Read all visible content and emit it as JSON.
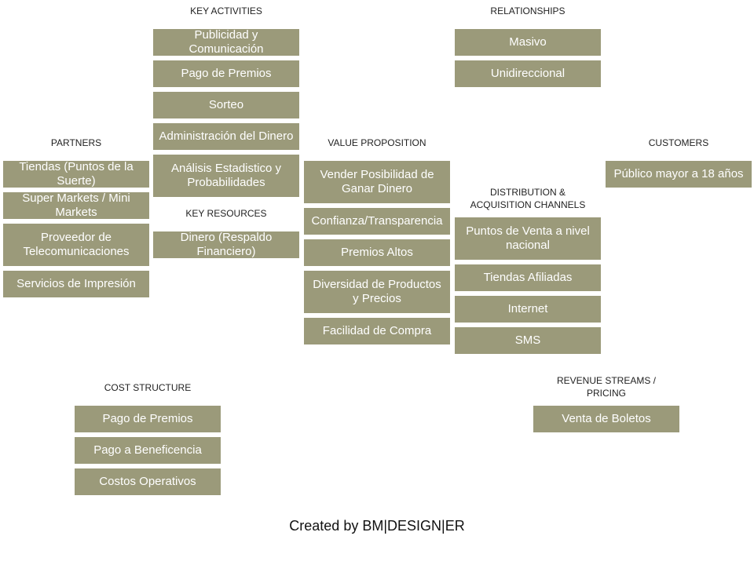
{
  "sections": {
    "key_activities": {
      "title": "KEY ACTIVITIES",
      "items": [
        "Publicidad y Comunicación",
        "Pago de Premios",
        "Sorteo",
        "Administración del Dinero",
        "Análisis Estadistico y Probabilidades"
      ]
    },
    "relationships": {
      "title": "RELATIONSHIPS",
      "items": [
        "Masivo",
        "Unidireccional"
      ]
    },
    "partners": {
      "title": "PARTNERS",
      "items": [
        "Tiendas (Puntos de la Suerte)",
        "Super Markets / Mini Markets",
        "Proveedor de Telecomunicaciones",
        "Servicios de Impresión"
      ]
    },
    "value_proposition": {
      "title": "VALUE PROPOSITION",
      "items": [
        "Vender Posibilidad de Ganar Dinero",
        "Confianza/Transparencia",
        "Premios Altos",
        "Diversidad de Productos y Precios",
        "Facilidad de Compra"
      ]
    },
    "customers": {
      "title": "CUSTOMERS",
      "items": [
        "Público mayor a 18 años"
      ]
    },
    "key_resources": {
      "title": "KEY RESOURCES",
      "items": [
        "Dinero (Respaldo Financiero)"
      ]
    },
    "channels": {
      "title": "DISTRIBUTION & ACQUISITION CHANNELS",
      "items": [
        "Puntos de Venta a nivel nacional",
        "Tiendas Afiliadas",
        "Internet",
        "SMS"
      ]
    },
    "cost_structure": {
      "title": "COST STRUCTURE",
      "items": [
        "Pago de Premios",
        "Pago a Beneficencia",
        "Costos Operativos"
      ]
    },
    "revenue_streams": {
      "title": "REVENUE STREAMS / PRICING",
      "items": [
        "Venta de Boletos"
      ]
    }
  },
  "footer": "Created by BM|DESIGN|ER"
}
